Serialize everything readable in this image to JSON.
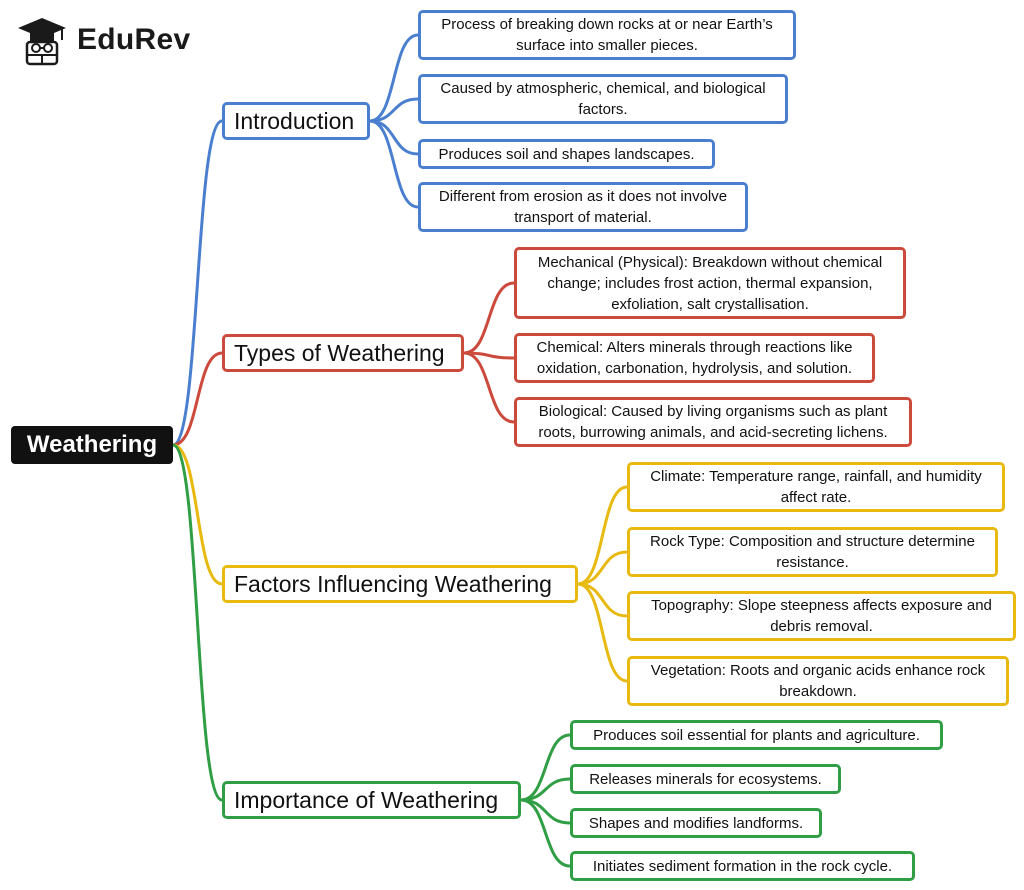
{
  "logo": {
    "brand": "EduRev",
    "icon": "graduation-cap-student-icon"
  },
  "root": {
    "label": "Weathering",
    "color": "#111111"
  },
  "branches": [
    {
      "label": "Introduction",
      "color": "#4a7fd0",
      "children": [
        "Process of breaking down rocks at or near Earth’s surface into smaller pieces.",
        "Caused by atmospheric, chemical, and biological factors.",
        "Produces soil and shapes landscapes.",
        "Different from erosion as it does not involve transport of material."
      ]
    },
    {
      "label": "Types of Weathering",
      "color": "#cc4a3c",
      "children": [
        "Mechanical (Physical): Breakdown without chemical change; includes frost action, thermal expansion, exfoliation, salt crystallisation.",
        "Chemical: Alters minerals through reactions like oxidation, carbonation, hydrolysis, and solution.",
        "Biological: Caused by living organisms such as plant roots, burrowing animals, and acid-secreting lichens."
      ]
    },
    {
      "label": "Factors Influencing Weathering",
      "color": "#e8b90e",
      "children": [
        "Climate: Temperature range, rainfall, and humidity affect rate.",
        "Rock Type: Composition and structure determine resistance.",
        "Topography: Slope steepness affects exposure and debris removal.",
        "Vegetation: Roots and organic acids enhance rock breakdown."
      ]
    },
    {
      "label": "Importance of Weathering",
      "color": "#2f9e44",
      "children": [
        "Produces soil essential for plants and agriculture.",
        "Releases minerals for ecosystems.",
        "Shapes and modifies landforms.",
        "Initiates sediment formation in the rock cycle."
      ]
    }
  ]
}
